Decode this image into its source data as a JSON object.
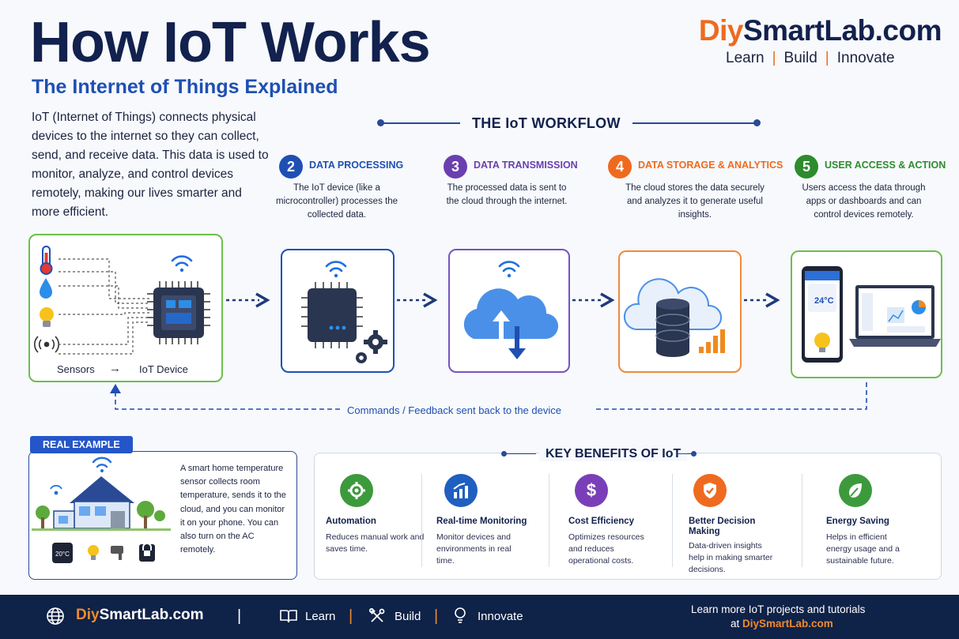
{
  "header": {
    "title": "How IoT Works",
    "subtitle": "The Internet of Things Explained",
    "intro": "IoT (Internet of Things) connects physical devices to the internet so they can collect, send, and receive data. This data is used to monitor, analyze, and control devices remotely, making our lives smarter and more efficient."
  },
  "brand": {
    "name_a": "Diy",
    "name_b": "SmartLab.com",
    "tag_learn": "Learn",
    "tag_build": "Build",
    "tag_innovate": "Innovate",
    "tag_sep": "|"
  },
  "workflow": {
    "title": "THE IoT WORKFLOW",
    "sensors_label": "Sensors",
    "arrow_glyph": "→",
    "device_label": "IoT Device",
    "feedback": "Commands / Feedback sent back to the device",
    "steps": [
      {
        "num": "2",
        "title": "DATA PROCESSING",
        "desc": "The IoT device (like a microcontroller) processes the collected data.",
        "color": "#1f4fb3"
      },
      {
        "num": "3",
        "title": "DATA TRANSMISSION",
        "desc": "The processed data is sent to the cloud through the internet.",
        "color": "#6a3fb0"
      },
      {
        "num": "4",
        "title": "DATA STORAGE & ANALYTICS",
        "desc": "The cloud stores the data securely and analyzes it to generate useful insights.",
        "color": "#ef6a1e"
      },
      {
        "num": "5",
        "title": "USER ACCESS & ACTION",
        "desc": "Users access the data through apps or dashboards and can control devices remotely.",
        "color": "#2e8b2e"
      }
    ],
    "phone_temp": "24°C"
  },
  "example": {
    "badge": "REAL EXAMPLE",
    "text": "A smart home temperature sensor collects room temperature, sends it to the cloud, and you can monitor it on your phone. You can also turn on the AC remotely.",
    "thermostat": "20°C"
  },
  "benefits": {
    "title": "KEY BENEFITS OF IoT",
    "items": [
      {
        "title": "Automation",
        "desc": "Reduces manual work and saves time.",
        "color": "#3c9a3c",
        "icon": "gear-icon"
      },
      {
        "title": "Real-time Monitoring",
        "desc": "Monitor devices and environments in real time.",
        "color": "#1f5fc0",
        "icon": "bar-chart-icon"
      },
      {
        "title": "Cost Efficiency",
        "desc": "Optimizes resources and reduces operational costs.",
        "color": "#7a3fb8",
        "icon": "dollar-icon"
      },
      {
        "title": "Better Decision Making",
        "desc": "Data-driven insights help in making smarter decisions.",
        "color": "#ef6a1e",
        "icon": "shield-check-icon"
      },
      {
        "title": "Energy Saving",
        "desc": "Helps in efficient energy usage and a sustainable future.",
        "color": "#3c9a3c",
        "icon": "leaf-icon"
      }
    ]
  },
  "footer": {
    "brand_a": "Diy",
    "brand_b": "SmartLab.com",
    "sep": "|",
    "learn": "Learn",
    "build": "Build",
    "innovate": "Innovate",
    "more": "Learn more IoT projects and tutorials",
    "more_at": "at ",
    "more_link": "DiySmartLab.com"
  }
}
